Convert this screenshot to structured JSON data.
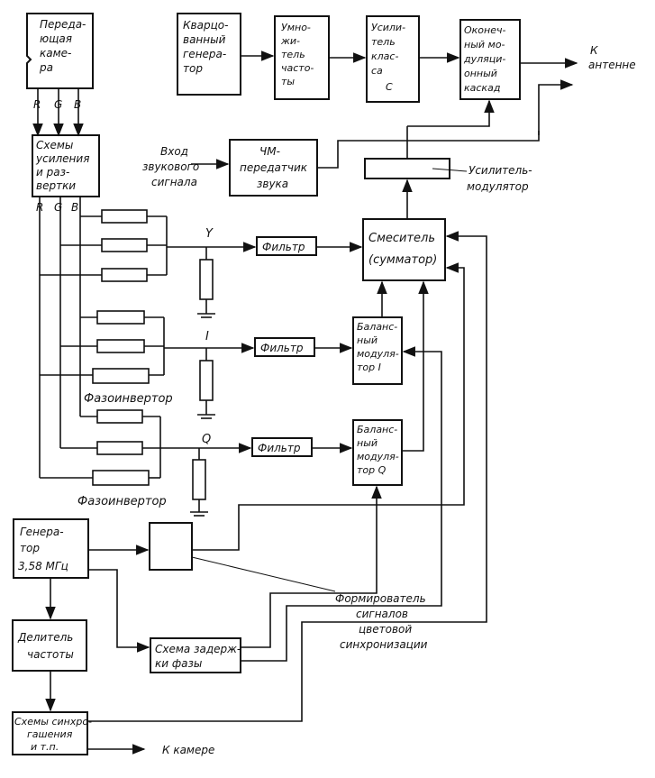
{
  "blocks": {
    "camera": [
      "Переда-",
      "ющая",
      "каме-",
      "ра"
    ],
    "camera_out": [
      "R",
      "G",
      "B"
    ],
    "amp": [
      "Схемы",
      "усиления",
      "и раз-",
      "вертки"
    ],
    "amp_out": [
      "R",
      "G",
      "B"
    ],
    "crystal": [
      "Кварцо-",
      "ванный",
      "генера-",
      "тор"
    ],
    "multiplier": [
      "Умно-",
      "жи-",
      "тель",
      "часто-",
      "ты"
    ],
    "classc": [
      "Усили-",
      "тель",
      "клас-",
      "са",
      "С"
    ],
    "final": [
      "Оконеч-",
      "ный мо-",
      "дуляци-",
      "онный",
      "каскад"
    ],
    "antenna": [
      "К",
      "антенне"
    ],
    "audio_in": [
      "Вход",
      "звукового",
      "сигнала"
    ],
    "fm": [
      "ЧМ-",
      "передатчик",
      "звука"
    ],
    "modamp": [
      "Усилитель-",
      "модулятор"
    ],
    "mixer": [
      "Смеситель",
      "(сумматор)"
    ],
    "bal_i": [
      "Баланс-",
      "ный",
      "модуля-",
      "тор I"
    ],
    "bal_q": [
      "Баланс-",
      "ный",
      "модуля-",
      "тор Q"
    ],
    "filter": "Фильтр",
    "y": "Y",
    "i": "I",
    "q": "Q",
    "inverter": "Фазоинвертор",
    "gen": [
      "Генера-",
      "тор",
      "3,58 МГц"
    ],
    "shaper": [
      "Формирователь",
      "сигналов",
      "цветовой",
      "синхронизации"
    ],
    "divider": [
      "Делитель",
      "частоты"
    ],
    "delay": [
      "Схема задерж-",
      "ки    фазы"
    ],
    "sync": [
      "Схемы синхро-",
      "гашения",
      "и т.п."
    ],
    "camera_link": "К  камере"
  }
}
